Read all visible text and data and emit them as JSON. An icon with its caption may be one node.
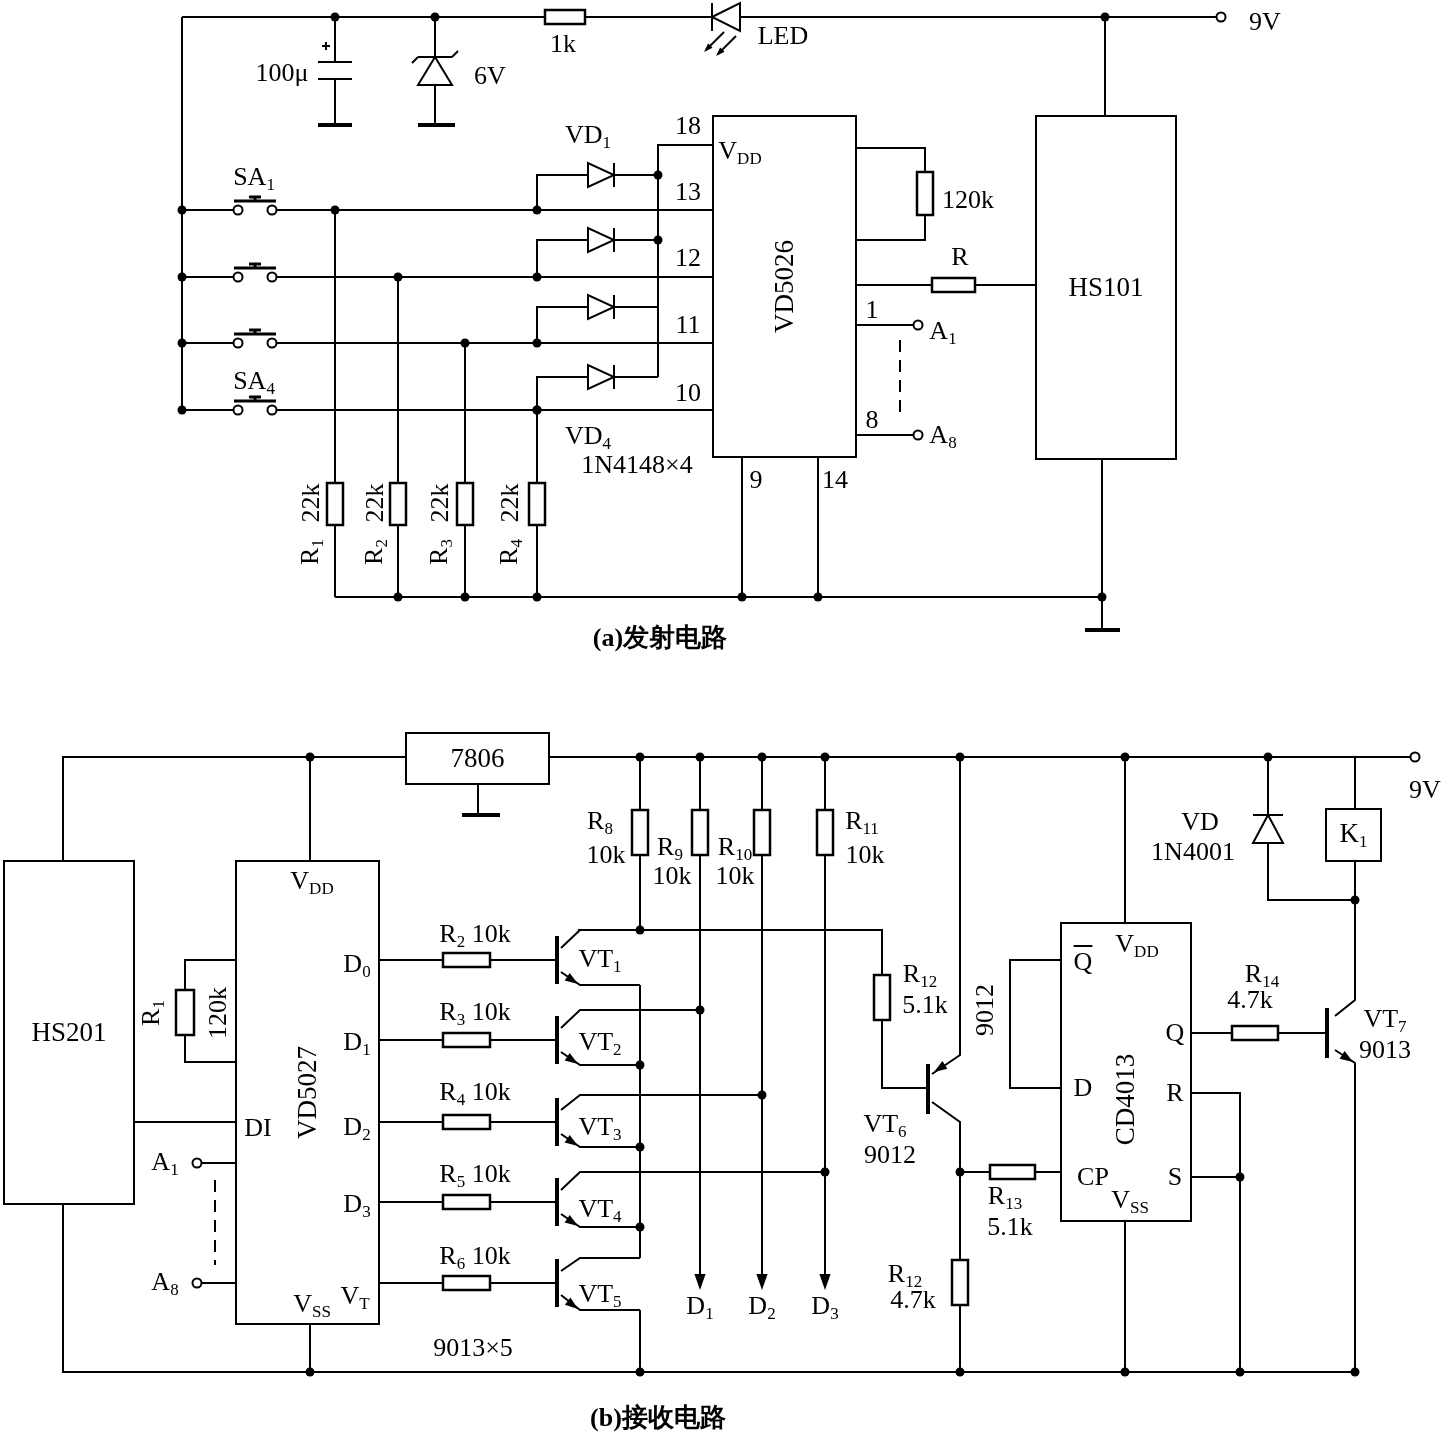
{
  "diagram": {
    "nodes": [
      {
        "text": [
          "VD5026"
        ]
      },
      {
        "text": [
          "HS101"
        ]
      },
      {
        "text": [
          "HS201"
        ]
      },
      {
        "text": [
          "VD5027"
        ]
      },
      {
        "text": [
          "7806"
        ]
      },
      {
        "text": [
          "CD4013"
        ]
      },
      {
        "text": [
          "K$_{1}$"
        ]
      }
    ],
    "edges": [
      {
        "from": 2,
        "to": 3,
        "arrow": "none"
      },
      {
        "from": 2,
        "to": 4,
        "arrow": "none"
      },
      {
        "from": 3,
        "to": 4,
        "arrow": "none"
      },
      {
        "from": 4,
        "to": 6,
        "arrow": "none"
      },
      {
        "from": 4,
        "to": 5,
        "arrow": "none"
      },
      {
        "from": 2,
        "to": 3,
        "arrow": "none"
      },
      {
        "from": 2,
        "to": 5,
        "arrow": "none"
      },
      {
        "from": 0,
        "to": 1,
        "arrow": "none"
      },
      {
        "from": 0,
        "to": 1,
        "arrow": "none"
      },
      {
        "from": 5,
        "to": 6,
        "arrow": "none"
      }
    ],
    "labels": [
      "100μ",
      "6V",
      "1k",
      "LED",
      "9V",
      "VD$_{1}$",
      "18",
      "V$_{DD}$",
      "SA$_{1}$",
      "13",
      "120k",
      "12",
      "R",
      "11",
      "1",
      "A$_{1}$",
      "SA$_{4}$",
      "10",
      "VD$_{4}$",
      "8",
      "A$_{8}$",
      "1N4148×4",
      "9",
      "14",
      "R$_{1}$",
      "22k",
      "R$_{2}$",
      "22k",
      "R$_{3}$",
      "22k",
      "R$_{4}$",
      "22k",
      "(a)发射电路",
      "9V",
      "R$_{8}$",
      "R$_{11}$",
      "VD",
      "10k",
      "R$_{9}$",
      "R$_{10}$",
      "10k",
      "1N4001",
      "V$_{DD}$",
      "10k",
      "10k",
      "R$_{2}$ 10k",
      "V$_{DD}$",
      "D$_{0}$",
      "VT$_{1}$",
      "Q",
      "R$_{12}$",
      "R$_{14}$",
      "5.1k",
      "4.7k",
      "9012",
      "R$_{1}$",
      "120k",
      "R$_{3}$ 10k",
      "VT$_{7}$",
      "Q",
      "D$_{1}$",
      "VT$_{2}$",
      "9013",
      "R$_{4}$ 10k",
      "D",
      "R",
      "DI",
      "D$_{2}$",
      "VT$_{3}$",
      "VT$_{6}$",
      "9012",
      "A$_{1}$",
      "R$_{5}$ 10k",
      "CP",
      "S",
      "D$_{3}$",
      "VT$_{4}$",
      "R$_{13}$",
      "V$_{SS}$",
      "5.1k",
      "R$_{6}$ 10k",
      "A$_{8}$",
      "V$_{SS}$",
      "V$_{T}$",
      "VT$_{5}$",
      "D$_{1}$",
      "D$_{2}$",
      "D$_{3}$",
      "R$_{12}$",
      "4.7k",
      "9013×5",
      "(b)接收电路"
    ]
  }
}
